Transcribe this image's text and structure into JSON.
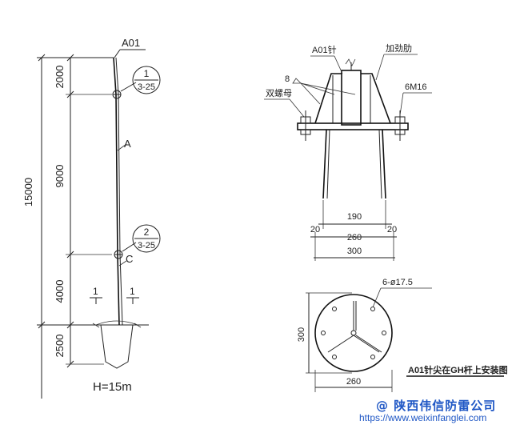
{
  "left": {
    "title": "H=15m",
    "top_label": "A01",
    "total_dim": "15000",
    "dims": [
      "2000",
      "9000",
      "4000",
      "2500"
    ],
    "callout_1": {
      "num": "1",
      "ref": "3-25"
    },
    "callout_2": {
      "num": "2",
      "ref": "3-25"
    },
    "label_a": "A",
    "label_c": "C",
    "section_mark": "1"
  },
  "right_top": {
    "label_a01": "A01针",
    "label_stiffener": "加劲肋",
    "label_weld": "8",
    "label_nut": "双螺母",
    "label_bolt": "6M16",
    "dim_190": "190",
    "dim_20": "20",
    "dim_260": "260",
    "dim_300": "300"
  },
  "right_bottom": {
    "label_holes": "6-ø17.5",
    "dim_300": "300",
    "dim_260": "260",
    "caption": "A01针尖在GH杆上安装图"
  },
  "watermark": {
    "company": "@ 陕西伟信防雷公司",
    "url": "https://www.weixinfanglei.com"
  }
}
